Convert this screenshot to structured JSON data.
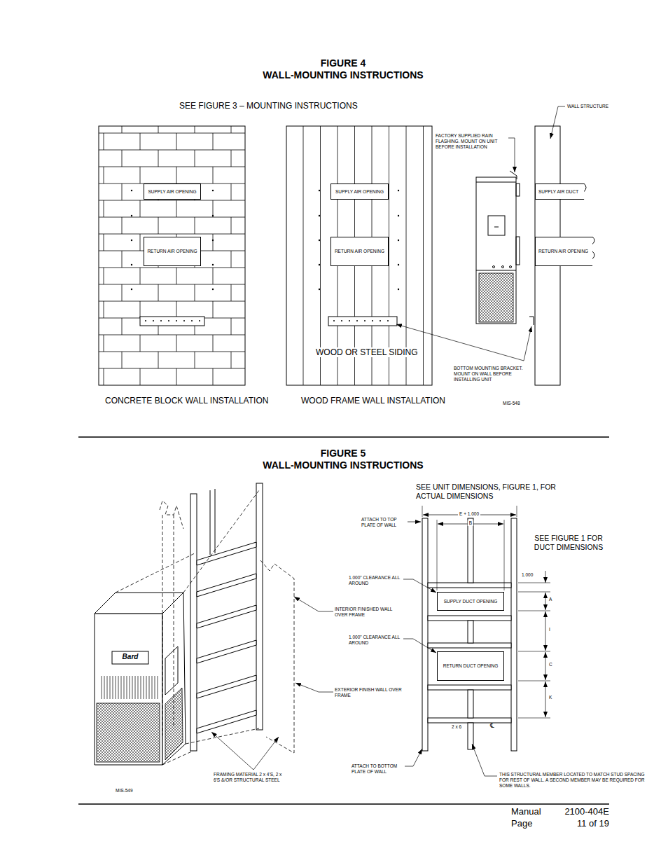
{
  "diagram": {
    "nodes": [
      {
        "text": [
          "CONCRETE BLOCK WALL INSTALLATION"
        ]
      },
      {
        "text": [
          "SUPPLY AIR OPENING"
        ],
        "in": 0
      },
      {
        "text": [
          "RETURN AIR OPENING"
        ],
        "in": 0
      },
      {
        "text": [
          "WOOD OR STEEL SIDING",
          "WOOD FRAME WALL INSTALLATION"
        ]
      },
      {
        "text": [
          "SUPPLY AIR OPENING"
        ],
        "in": 3
      },
      {
        "text": [
          "RETURN AIR OPENING"
        ],
        "in": 3
      },
      {
        "text": [
          "SUPPLY AIR DUCT"
        ]
      },
      {
        "text": [
          "RETURN AIR OPENING"
        ]
      },
      {
        "text": [
          "SUPPLY DUCT OPENING"
        ]
      },
      {
        "text": [
          "RETURN DUCT OPENING"
        ]
      }
    ],
    "labels": [
      "FIGURE 4",
      "WALL-MOUNTING INSTRUCTIONS",
      "SEE FIGURE 3 – MOUNTING INSTRUCTIONS",
      "WALL STRUCTURE",
      "FACTORY SUPPLIED RAIN FLASHING. MOUNT ON UNIT BEFORE INSTALLATION",
      "BOTTOM MOUNTING BRACKET. MOUNT ON WALL BEFORE INSTALLING UNIT",
      "MIS-548",
      "FIGURE 5",
      "WALL-MOUNTING INSTRUCTIONS",
      "SEE UNIT DIMENSIONS, FIGURE 1, FOR ACTUAL DIMENSIONS",
      "SEE FIGURE 1 FOR DUCT DIMENSIONS",
      "ATTACH TO TOP PLATE OF WALL",
      "1.000\" CLEARANCE ALL AROUND",
      "E + 1.000",
      "B",
      "1.000",
      "A",
      "I",
      "C",
      "K",
      "1.000\" CLEARANCE ALL AROUND",
      "INTERIOR FINISHED WALL OVER FRAME",
      "EXTERIOR FINISH WALL OVER FRAME",
      "2 x 6",
      "℄",
      "FRAMING MATERIAL 2 x 4'S, 2 x 6'S &/OR STRUCTURAL STEEL",
      "ATTACH TO BOTTOM PLATE OF WALL",
      "THIS STRUCTURAL MEMBER LOCATED TO MATCH STUD SPACING FOR REST OF WALL. A SECOND MEMBER MAY BE REQUIRED FOR SOME WALLS.",
      "MIS-549",
      "Bard",
      "Manual",
      "2100-404E",
      "Page",
      "11 of 19"
    ]
  }
}
